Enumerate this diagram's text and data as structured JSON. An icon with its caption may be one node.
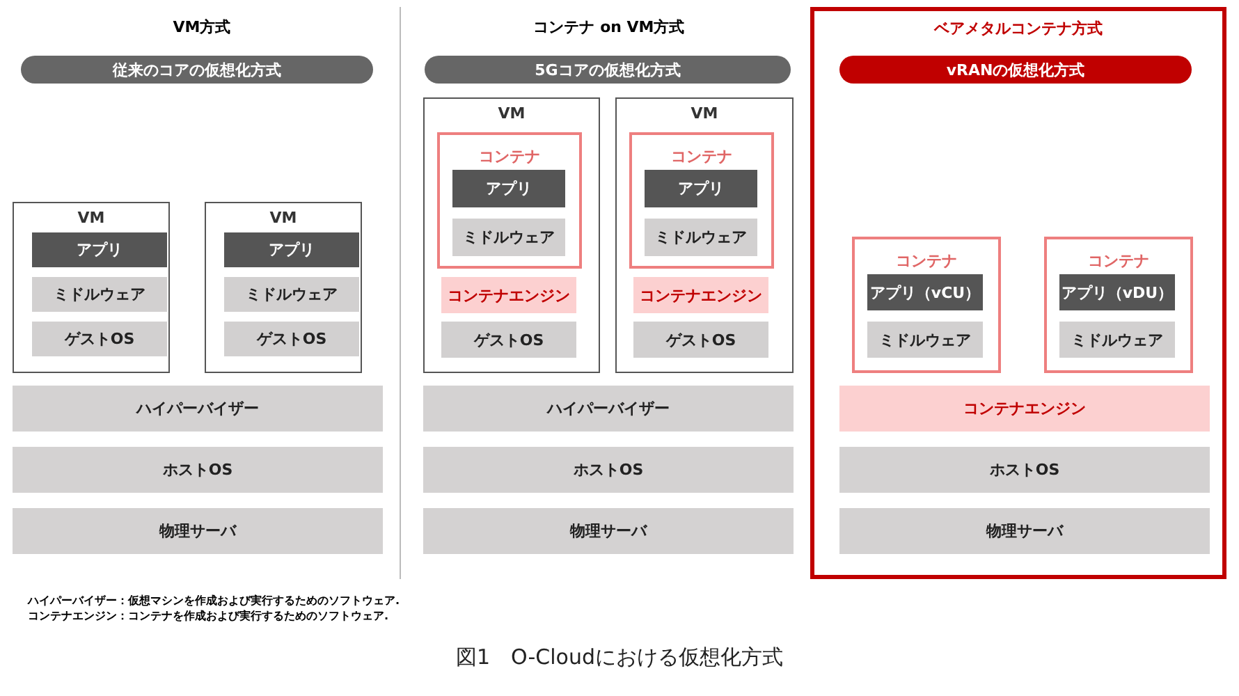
{
  "diagram": {
    "caption": "図1　O-Cloudにおける仮想化方式",
    "nodes": [
      {
        "text": [
          "従来のコアの仮想化方式"
        ]
      },
      {
        "text": [
          "VM"
        ]
      },
      {
        "text": [
          "アプリ"
        ],
        "in": 1
      },
      {
        "text": [
          "ミドルウェア"
        ],
        "in": 1
      },
      {
        "text": [
          "ゲストOS"
        ],
        "in": 1
      },
      {
        "text": [
          "VM"
        ]
      },
      {
        "text": [
          "アプリ"
        ],
        "in": 5
      },
      {
        "text": [
          "ミドルウェア"
        ],
        "in": 5
      },
      {
        "text": [
          "ゲストOS"
        ],
        "in": 5
      },
      {
        "text": [
          "ハイパーバイザー"
        ]
      },
      {
        "text": [
          "ホストOS"
        ]
      },
      {
        "text": [
          "物理サーバ"
        ]
      },
      {
        "text": [
          "5Gコアの仮想化方式"
        ]
      },
      {
        "text": [
          "VM"
        ]
      },
      {
        "text": [
          "コンテナ"
        ],
        "in": 13
      },
      {
        "text": [
          "アプリ"
        ],
        "in": 14
      },
      {
        "text": [
          "ミドルウェア"
        ],
        "in": 14
      },
      {
        "text": [
          "コンテナエンジン"
        ],
        "in": 13
      },
      {
        "text": [
          "ゲストOS"
        ],
        "in": 13
      },
      {
        "text": [
          "VM"
        ]
      },
      {
        "text": [
          "コンテナ"
        ],
        "in": 19
      },
      {
        "text": [
          "アプリ"
        ],
        "in": 20
      },
      {
        "text": [
          "ミドルウェア"
        ],
        "in": 20
      },
      {
        "text": [
          "コンテナエンジン"
        ],
        "in": 19
      },
      {
        "text": [
          "ゲストOS"
        ],
        "in": 19
      },
      {
        "text": [
          "ハイパーバイザー"
        ]
      },
      {
        "text": [
          "ホストOS"
        ]
      },
      {
        "text": [
          "物理サーバ"
        ]
      },
      {
        "text": [
          "ベアメタルコンテナ方式"
        ]
      },
      {
        "text": [
          "vRANの仮想化方式"
        ],
        "in": 28
      },
      {
        "text": [
          "コンテナ"
        ],
        "in": 28
      },
      {
        "text": [
          "アプリ（vCU）"
        ],
        "in": 30
      },
      {
        "text": [
          "ミドルウェア"
        ],
        "in": 30
      },
      {
        "text": [
          "コンテナ"
        ],
        "in": 28
      },
      {
        "text": [
          "アプリ（vDU）"
        ],
        "in": 33
      },
      {
        "text": [
          "ミドルウェア"
        ],
        "in": 33
      },
      {
        "text": [
          "コンテナエンジン"
        ],
        "in": 28
      },
      {
        "text": [
          "ホストOS"
        ],
        "in": 28
      },
      {
        "text": [
          "物理サーバ"
        ],
        "in": 28
      }
    ],
    "labels": [
      "VM方式",
      "コンテナ on VM方式",
      "ハイパーバイザー：仮想マシンを作成および実行するためのソフトウェア.",
      "コンテナエンジン：コンテナを作成および実行するためのソフトウェア."
    ]
  }
}
